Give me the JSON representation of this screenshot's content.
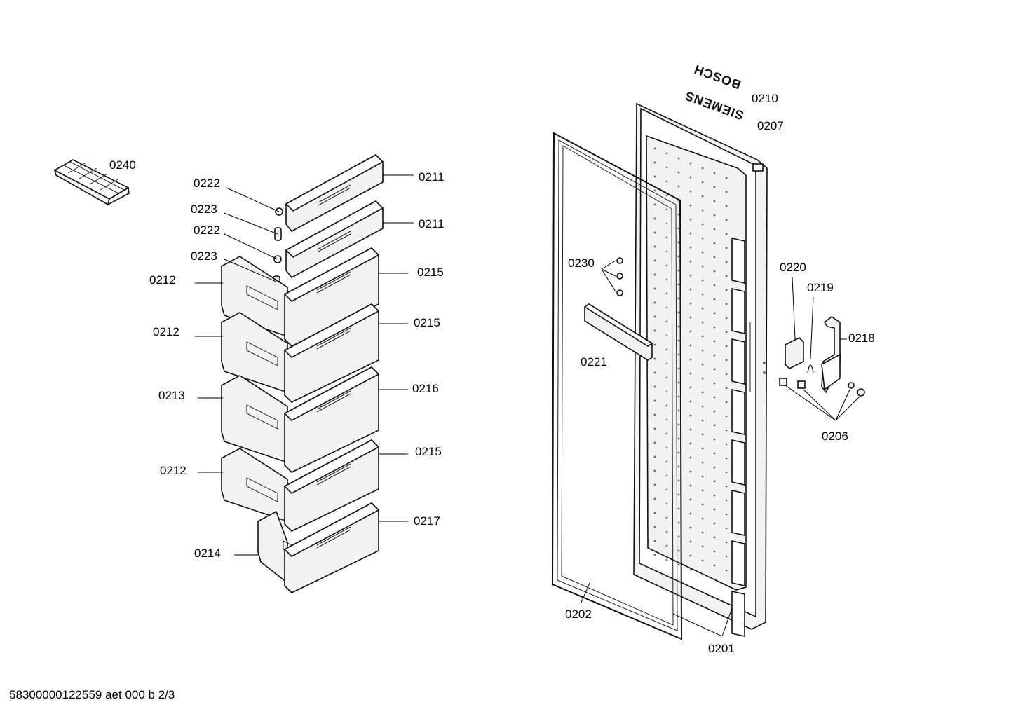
{
  "labels": {
    "l0240": "0240",
    "l0222a": "0222",
    "l0223a": "0223",
    "l0222b": "0222",
    "l0223b": "0223",
    "l0211a": "0211",
    "l0211b": "0211",
    "l0215a": "0215",
    "l0215b": "0215",
    "l0216": "0216",
    "l0215c": "0215",
    "l0217": "0217",
    "l0212a": "0212",
    "l0212b": "0212",
    "l0213": "0213",
    "l0212c": "0212",
    "l0214": "0214",
    "l0210": "0210",
    "l0207": "0207",
    "l0230": "0230",
    "l0221": "0221",
    "l0220": "0220",
    "l0219": "0219",
    "l0218": "0218",
    "l0206": "0206",
    "l0202": "0202",
    "l0201": "0201"
  },
  "brands": {
    "bosch": "BOSCH",
    "siemens": "SIEMENS"
  },
  "footer": "58300000122559 aet 000 b 2/3"
}
